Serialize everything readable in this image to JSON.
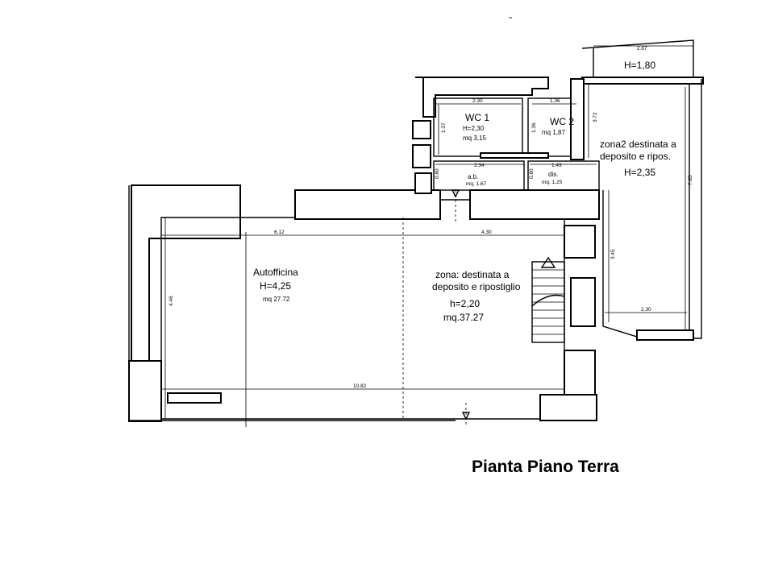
{
  "title": "Pianta Piano Terra",
  "rooms": {
    "autofficina": {
      "name": "Autofficina",
      "height": "H=4,25",
      "area": "mq 27.72"
    },
    "zona": {
      "name_line1": "zona: destinata a",
      "name_line2": "deposito e ripostiglio",
      "height": "h=2,20",
      "area": "mq.37.27"
    },
    "wc1": {
      "name": "WC 1",
      "height": "H=2,30",
      "area": "mq 3,15"
    },
    "wc2": {
      "name": "WC 2",
      "area": "mq 1,87"
    },
    "ab": {
      "name": "a.b.",
      "area": "mq. 1,67"
    },
    "dis": {
      "name": "dis.",
      "area": "mq. 1,25"
    },
    "zona2": {
      "name_line1": "zona2 destinata a",
      "name_line2": "deposito e ripos.",
      "height": "H=2,35"
    },
    "canopy": {
      "height": "H=1,80"
    }
  },
  "dimensions": {
    "d_612": "6.12",
    "d_430": "4.30",
    "d_1082": "10.82",
    "d_446": "4.46",
    "d_230_wc": "2.30",
    "d_137": "1.37",
    "d_136_top": "1.36",
    "d_136_side": "1.36",
    "d_372": "3.72",
    "d_234": "2.34",
    "d_143": "1.43",
    "d_080a": "0.80",
    "d_080b": "0.80",
    "d_267": "2.67",
    "d_785": "7.85",
    "d_345": "3.45",
    "d_230_r": "2.30"
  }
}
